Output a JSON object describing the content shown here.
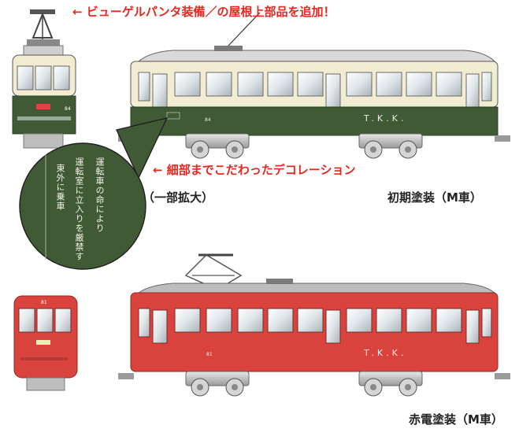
{
  "annotations": {
    "pantograph_note": "← ビューゲルパンタ装備／の屋根上部品を追加！",
    "decoration_note": "← 細部までこだわったデコレーション",
    "zoom_caption": "（一部拡大）"
  },
  "variants": [
    {
      "name": "初期塗装（M車）",
      "car_number": "84",
      "logo": "T.K.K.",
      "colors": {
        "upper": "#f1ecd2",
        "lower": "#3f5a35",
        "roof": "#d9d9d9"
      }
    },
    {
      "name": "赤電塗装（M車）",
      "car_number": "81",
      "logo": "T.K.K.",
      "colors": {
        "upper": "#d9423d",
        "lower": "#d9423d",
        "roof": "#bdbdbd"
      }
    }
  ],
  "zoom_detail": {
    "lines": [
      "運転車の命により",
      "運転室に立入りを厳禁す",
      "東外に乗車"
    ]
  }
}
